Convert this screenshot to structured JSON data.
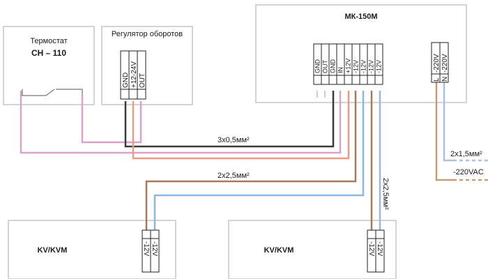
{
  "thermostat": {
    "title_line1": "Термостат",
    "title_line2": "СН – 110"
  },
  "speed_controller": {
    "title": "Регулятор оборотов",
    "terminals": [
      "GND",
      "+12-24V",
      "OUT"
    ]
  },
  "controller": {
    "title": "МК-150М",
    "terminals": [
      "GND",
      "OUT",
      "GND",
      "IN",
      "+12V",
      "-12V",
      "-12V",
      "-12V",
      "-12V"
    ],
    "power_terminals": [
      {
        "pin": "L",
        "label": "-220V"
      },
      {
        "pin": "N",
        "label": "-220V"
      }
    ]
  },
  "convector_1": {
    "title": "KV/KVM",
    "terminals": [
      "-12V",
      "-12V"
    ]
  },
  "convector_2": {
    "title": "KV/KVM",
    "terminals": [
      "-12V",
      "-12V"
    ]
  },
  "cables": {
    "signal": "3x0,5мм²",
    "power_1": "2x2,5мм²",
    "power_2": "2x2,5мм²",
    "mains": "2x1,5мм²",
    "mains_voltage": "-220VAC"
  },
  "colors": {
    "black": "#3a3a3a",
    "pink": "#d9a3c7",
    "salmon": "#ee9a82",
    "brown": "#a8785a",
    "blue": "#8fb6dc",
    "grey": "#c9c9c9"
  }
}
